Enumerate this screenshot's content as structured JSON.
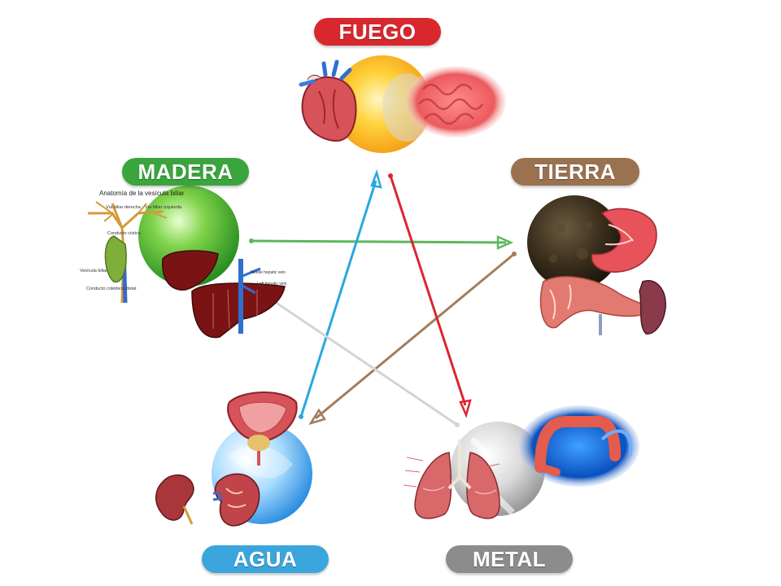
{
  "elements": {
    "fuego": {
      "label": "FUEGO",
      "color": "#d9272e"
    },
    "madera": {
      "label": "MADERA",
      "color": "#3aa53c"
    },
    "tierra": {
      "label": "TIERRA",
      "color": "#9a7250"
    },
    "agua": {
      "label": "AGUA",
      "color": "#3aa6dd"
    },
    "metal": {
      "label": "METAL",
      "color": "#8c8c8c"
    }
  },
  "diagram_text": {
    "gallbladder_title": "Anatomía de la vesícula biliar",
    "gallbladder_labels": [
      "Vía biliar derecha",
      "Vía biliar izquierda",
      "Conducto cístico",
      "Vesícula biliar",
      "Conducto colédoco distal"
    ],
    "liver_labels": [
      "Middle hepatic vein",
      "Left hepatic vein"
    ]
  },
  "arrows": [
    {
      "from": "madera",
      "to": "tierra",
      "color": "#4caf50"
    },
    {
      "from": "tierra",
      "to": "agua",
      "color": "#9a7250"
    },
    {
      "from": "agua",
      "to": "fuego",
      "color": "#2aa7e0"
    },
    {
      "from": "fuego",
      "to": "metal",
      "color": "#d9272e"
    },
    {
      "from": "metal",
      "to": "madera",
      "color": "#c8c8c8"
    }
  ]
}
